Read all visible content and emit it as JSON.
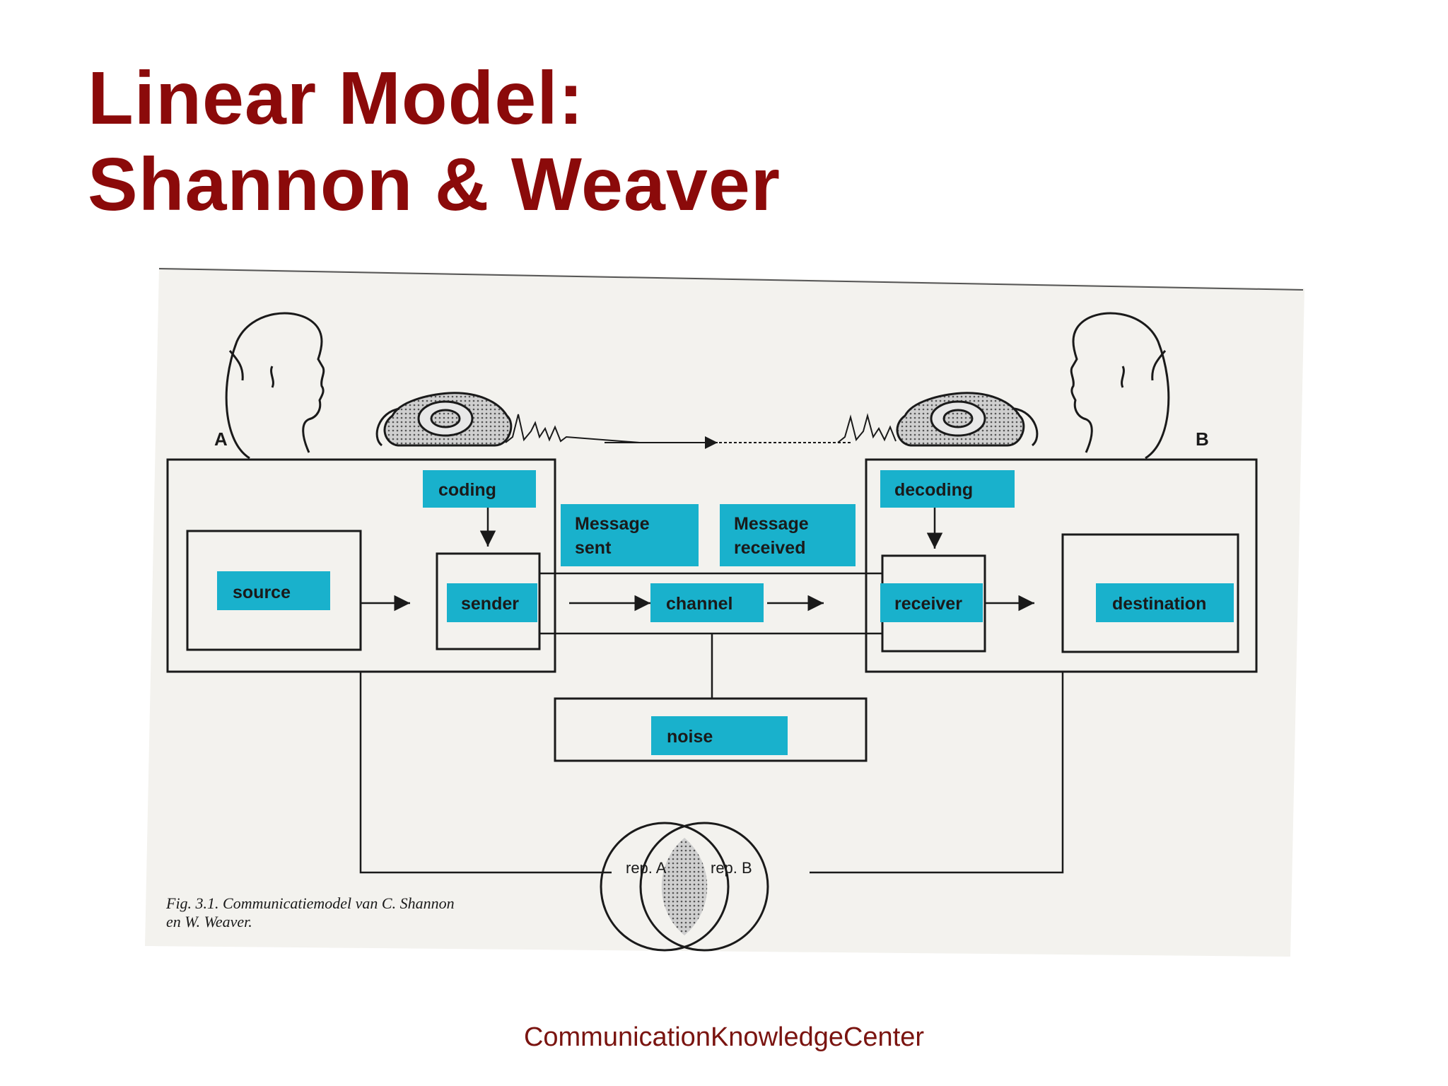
{
  "slide": {
    "title_line1": "Linear Model:",
    "title_line2": "Shannon & Weaver",
    "footer": "CommunicationKnowledgeCenter"
  },
  "diagram": {
    "person_a": "A",
    "person_b": "B",
    "labels": {
      "coding": "coding",
      "decoding": "decoding",
      "message_sent_1": "Message",
      "message_sent_2": "sent",
      "message_received_1": "Message",
      "message_received_2": "received",
      "source": "source",
      "sender": "sender",
      "channel": "channel",
      "receiver": "receiver",
      "destination": "destination",
      "noise": "noise",
      "rep_a": "rep. A",
      "rep_b": "rep. B"
    },
    "caption_line1": "Fig. 3.1. Communicatiemodel van C. Shannon",
    "caption_line2": "en W. Weaver.",
    "colors": {
      "label_fill": "#19b1cc",
      "line": "#1a1a1a",
      "paper": "#f3f2ee",
      "title": "#8b0a0a"
    }
  }
}
